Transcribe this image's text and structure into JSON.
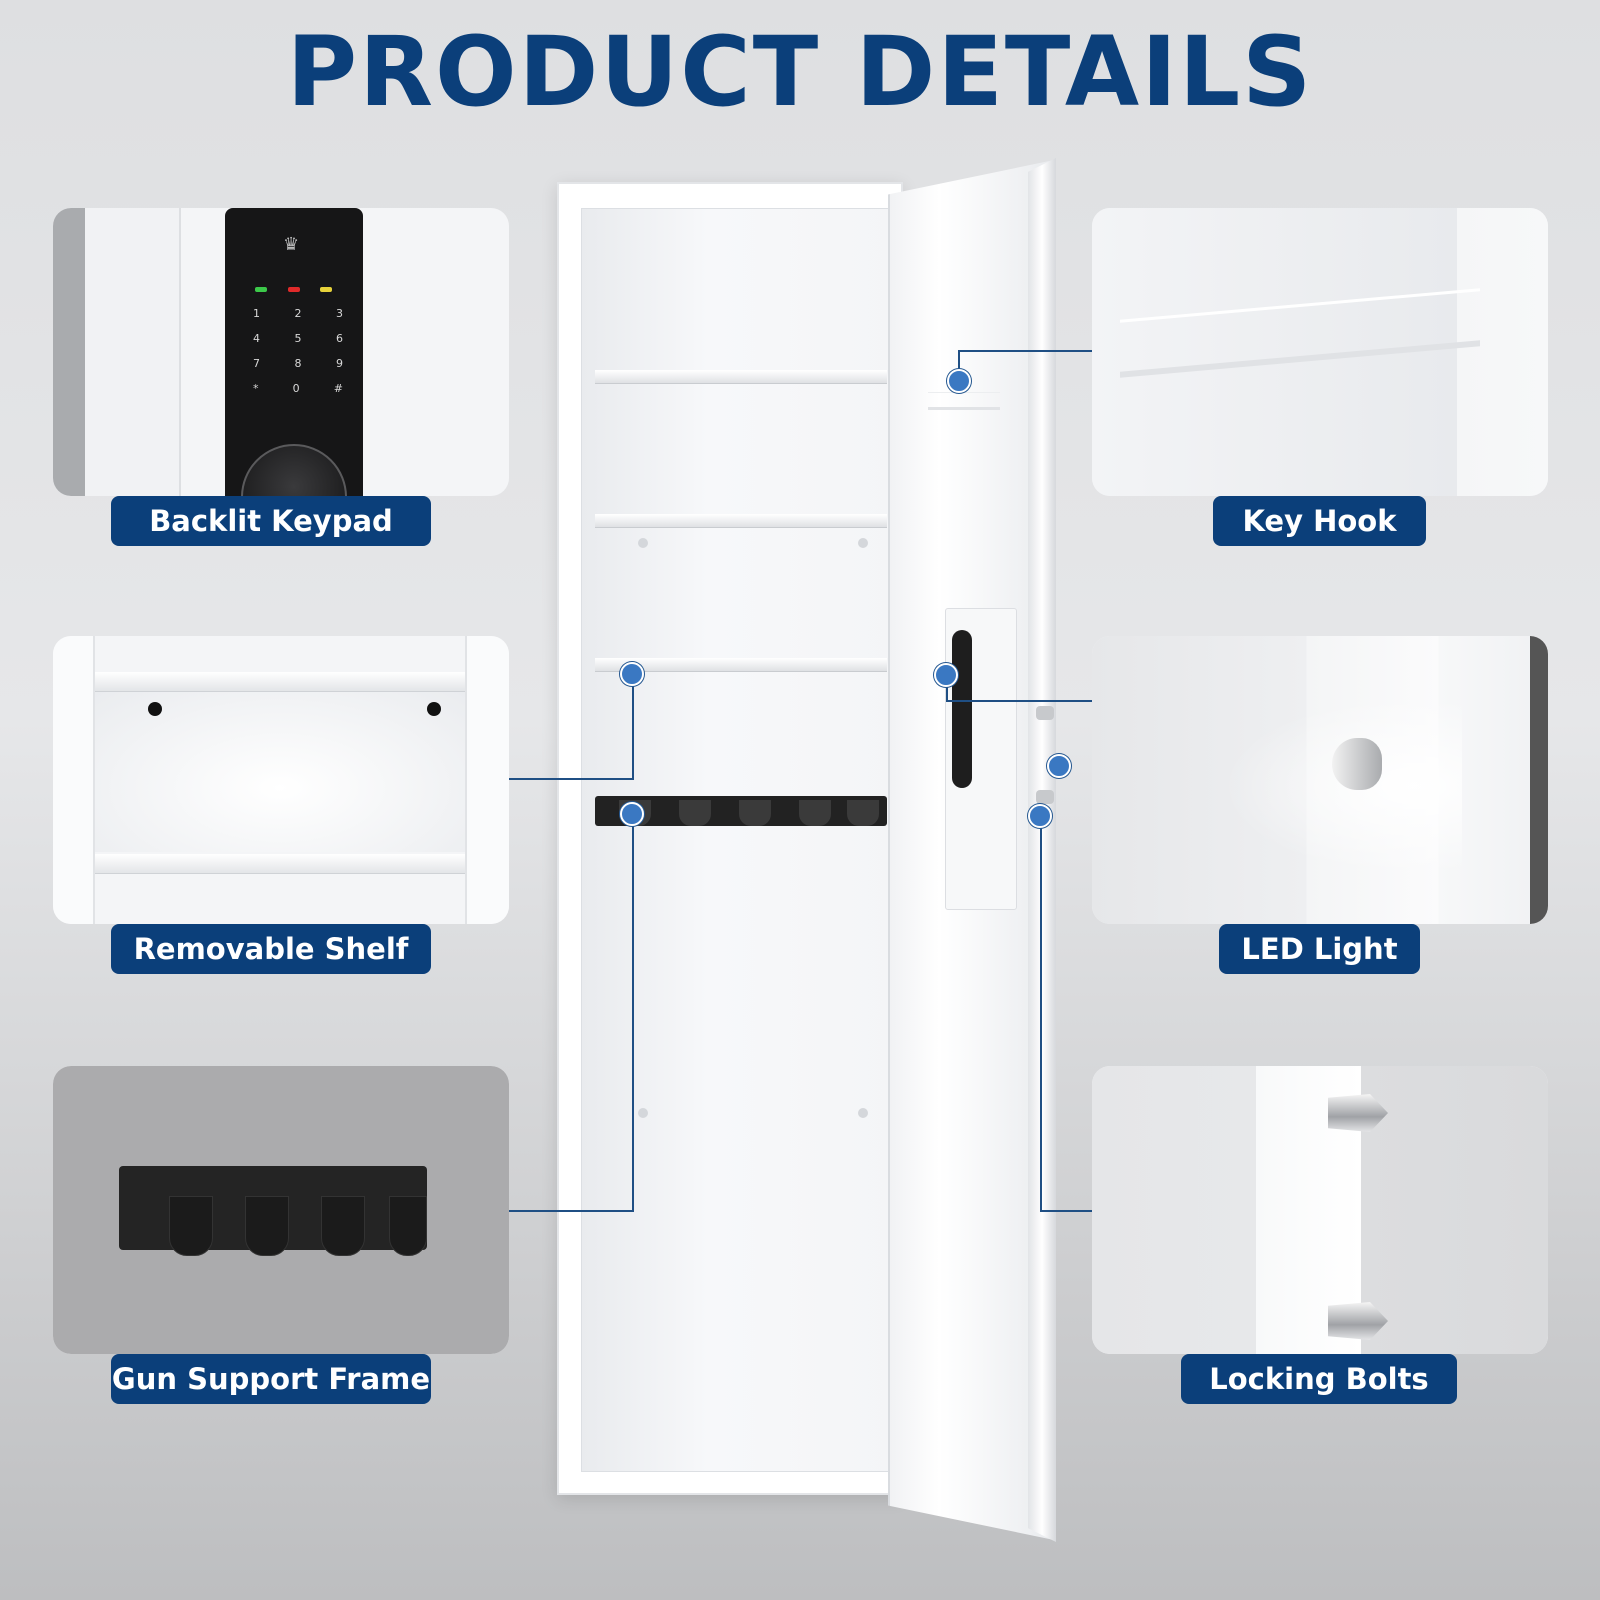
{
  "title": "PRODUCT DETAILS",
  "features": {
    "backlit_keypad": "Backlit Keypad",
    "key_hook": "Key Hook",
    "removable_shelf": "Removable Shelf",
    "led_light": "LED Light",
    "gun_support_frame": "Gun Support Frame",
    "locking_bolts": "Locking Bolts"
  },
  "keypad": {
    "row1": [
      "1",
      "2",
      "3"
    ],
    "row2": [
      "4",
      "5",
      "6"
    ],
    "row3": [
      "7",
      "8",
      "9"
    ],
    "row4": [
      "*",
      "0",
      "#"
    ]
  },
  "colors": {
    "brand_blue": "#0b3f7a",
    "callout_dot": "#3a78c2",
    "led_green": "#3cc94a",
    "led_red": "#e02a2a",
    "led_yellow": "#e6d23a"
  }
}
